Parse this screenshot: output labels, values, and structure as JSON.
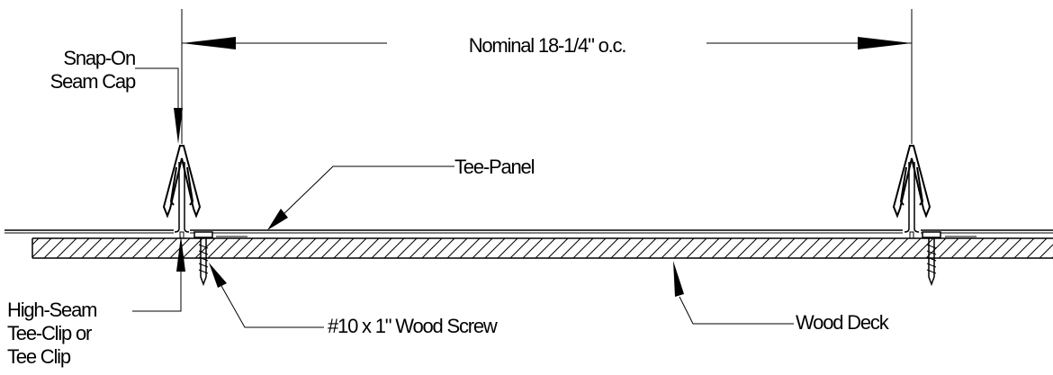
{
  "colors": {
    "line": "#000000",
    "background": "#ffffff"
  },
  "labels": {
    "dimension": "Nominal 18-1/4\" o.c.",
    "seam_cap_line1": "Snap-On",
    "seam_cap_line2": "Seam Cap",
    "tee_panel": "Tee-Panel",
    "clip_line1": "High-Seam",
    "clip_line2": "Tee-Clip or",
    "clip_line3": "Tee Clip",
    "screw": "#10 x 1\" Wood Screw",
    "deck": "Wood Deck"
  }
}
